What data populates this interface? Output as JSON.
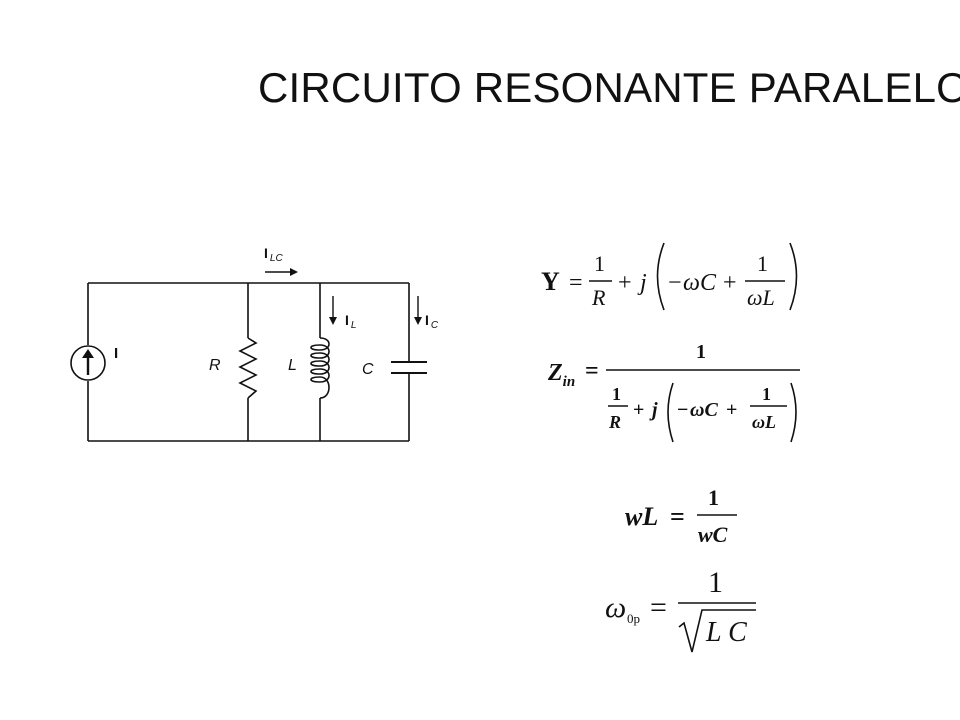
{
  "title": "CIRCUITO RESONANTE PARALELO",
  "circuit": {
    "source_label": "I",
    "resistor_label": "R",
    "inductor_label": "L",
    "capacitor_label": "C",
    "current_lc": {
      "main": "I",
      "sub": "LC"
    },
    "current_l": {
      "main": "I",
      "sub": "L"
    },
    "current_c": {
      "main": "I",
      "sub": "C"
    }
  },
  "equations": {
    "admittance": {
      "lhs": "Y",
      "eq": "=",
      "one": "1",
      "R": "R",
      "plus": "+",
      "j": "j",
      "minus": "−",
      "omegaC": "ωC",
      "omegaL": "ωL"
    },
    "impedance": {
      "lhs_main": "Z",
      "lhs_sub": "in",
      "eq": "=",
      "one": "1",
      "R": "R",
      "plus": "+",
      "j": "j",
      "minus": "−",
      "omegaC": "ωC",
      "omegaL": "ωL"
    },
    "resonance": {
      "lhs": "wL",
      "eq": "=",
      "one": "1",
      "den": "wC"
    },
    "omega": {
      "lhs": "ω",
      "sub": "0p",
      "eq": "=",
      "one": "1",
      "radicand": "L C"
    }
  }
}
